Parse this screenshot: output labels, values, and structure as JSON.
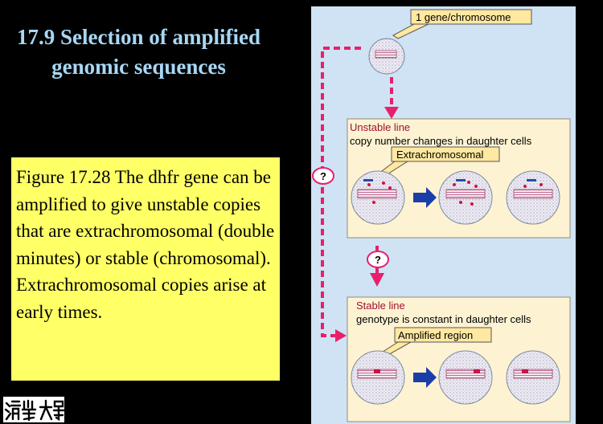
{
  "slide": {
    "title": "17.9 Selection of amplified genomic sequences",
    "caption": "Figure 17.28 The dhfr gene can be amplified to give unstable copies that are extrachromosomal (double minutes) or stable (chromosomal). Extrachromosomal copies arise at early times."
  },
  "diagram": {
    "top_label": "1 gene/chromosome",
    "unstable_title": "Unstable line",
    "unstable_desc": "copy number changes in daughter cells",
    "unstable_callout": "Extrachromosomal",
    "stable_title": "Stable line",
    "stable_desc": "genotype is constant in daughter cells",
    "stable_callout": "Amplified region",
    "question_mark": "?"
  },
  "colors": {
    "background": "#000000",
    "title_text": "#a7d7f5",
    "caption_background": "#ffff66",
    "diagram_background": "#cfe3f5",
    "panel_background": "#fdf3d3",
    "arrow_pink": "#e8206a",
    "arrow_blue": "#1a3ea8",
    "callout_fill": "#ffe8a0"
  }
}
